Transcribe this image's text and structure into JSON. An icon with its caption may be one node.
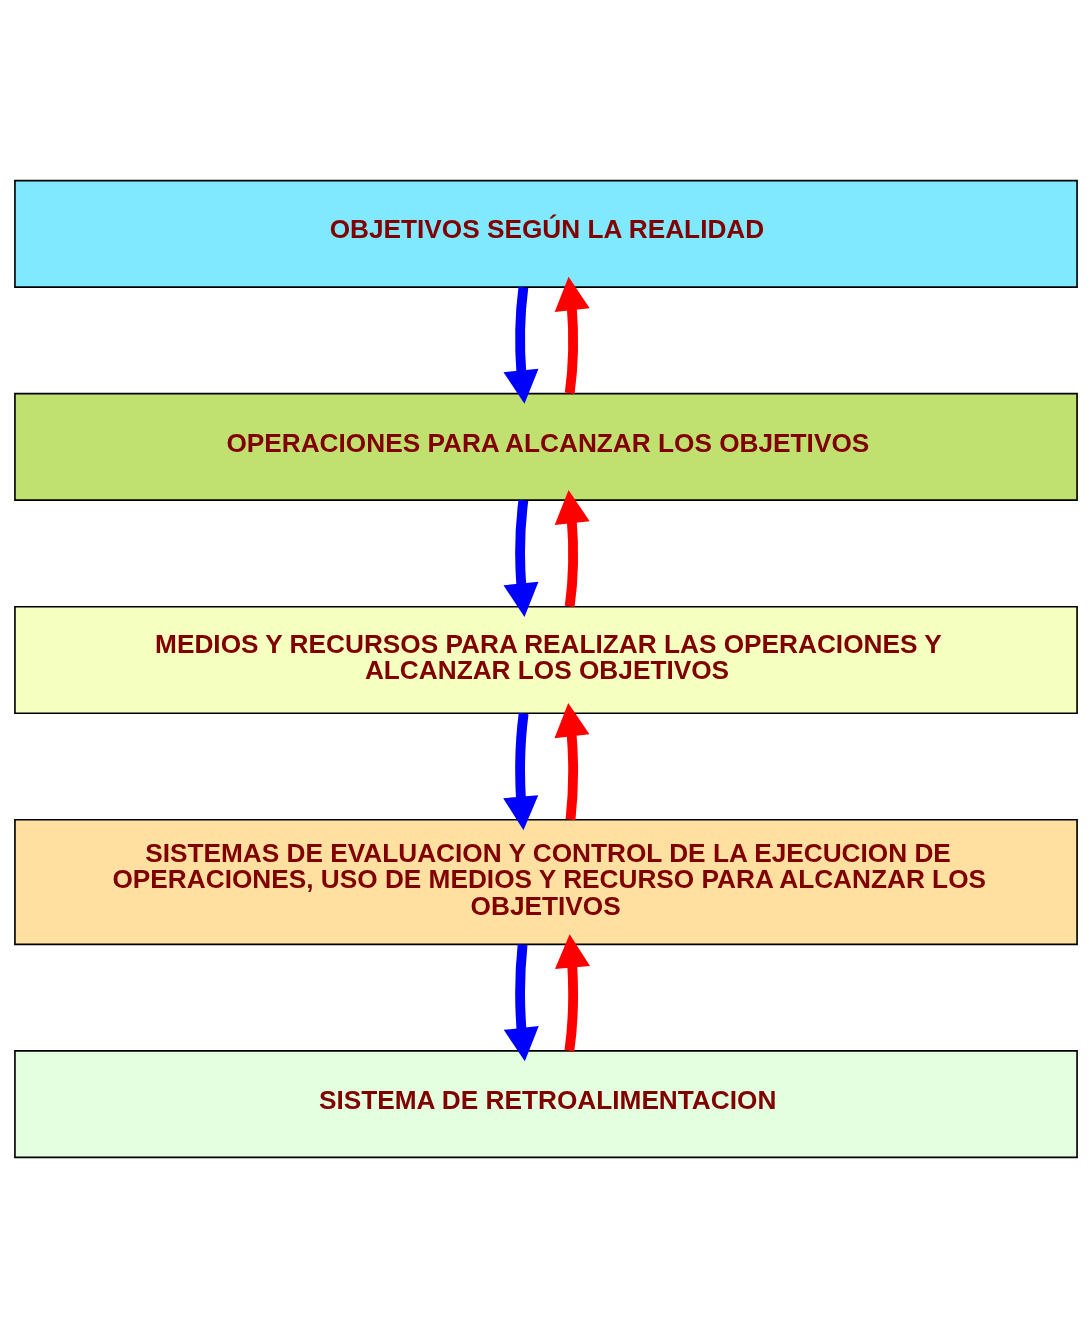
{
  "diagram": {
    "nodes": [
      {
        "text": [
          "OBJETIVOS SEGÚN LA REALIDAD"
        ]
      },
      {
        "text": [
          "OPERACIONES PARA ALCANZAR LOS OBJETIVOS"
        ]
      },
      {
        "text": [
          "MEDIOS Y RECURSOS PARA REALIZAR LAS OPERACIONES Y ALCANZAR LOS OBJETIVOS"
        ]
      },
      {
        "text": [
          "SISTEMAS DE EVALUACION Y CONTROL DE LA EJECUCION DE OPERACIONES, USO DE MEDIOS Y RECURSO PARA ALCANZAR LOS OBJETIVOS"
        ]
      },
      {
        "text": [
          "SISTEMA DE RETROALIMENTACION"
        ]
      }
    ],
    "edges": [
      {
        "from": 0,
        "to": 1,
        "arrow": "to",
        "color": "#0000ff"
      },
      {
        "from": 1,
        "to": 0,
        "arrow": "to",
        "color": "#ff0000"
      },
      {
        "from": 1,
        "to": 2,
        "arrow": "to",
        "color": "#0000ff"
      },
      {
        "from": 2,
        "to": 1,
        "arrow": "to",
        "color": "#ff0000"
      },
      {
        "from": 2,
        "to": 3,
        "arrow": "to",
        "color": "#0000ff"
      },
      {
        "from": 3,
        "to": 2,
        "arrow": "to",
        "color": "#ff0000"
      },
      {
        "from": 3,
        "to": 4,
        "arrow": "to",
        "color": "#0000ff"
      },
      {
        "from": 4,
        "to": 3,
        "arrow": "to",
        "color": "#ff0000"
      }
    ]
  }
}
